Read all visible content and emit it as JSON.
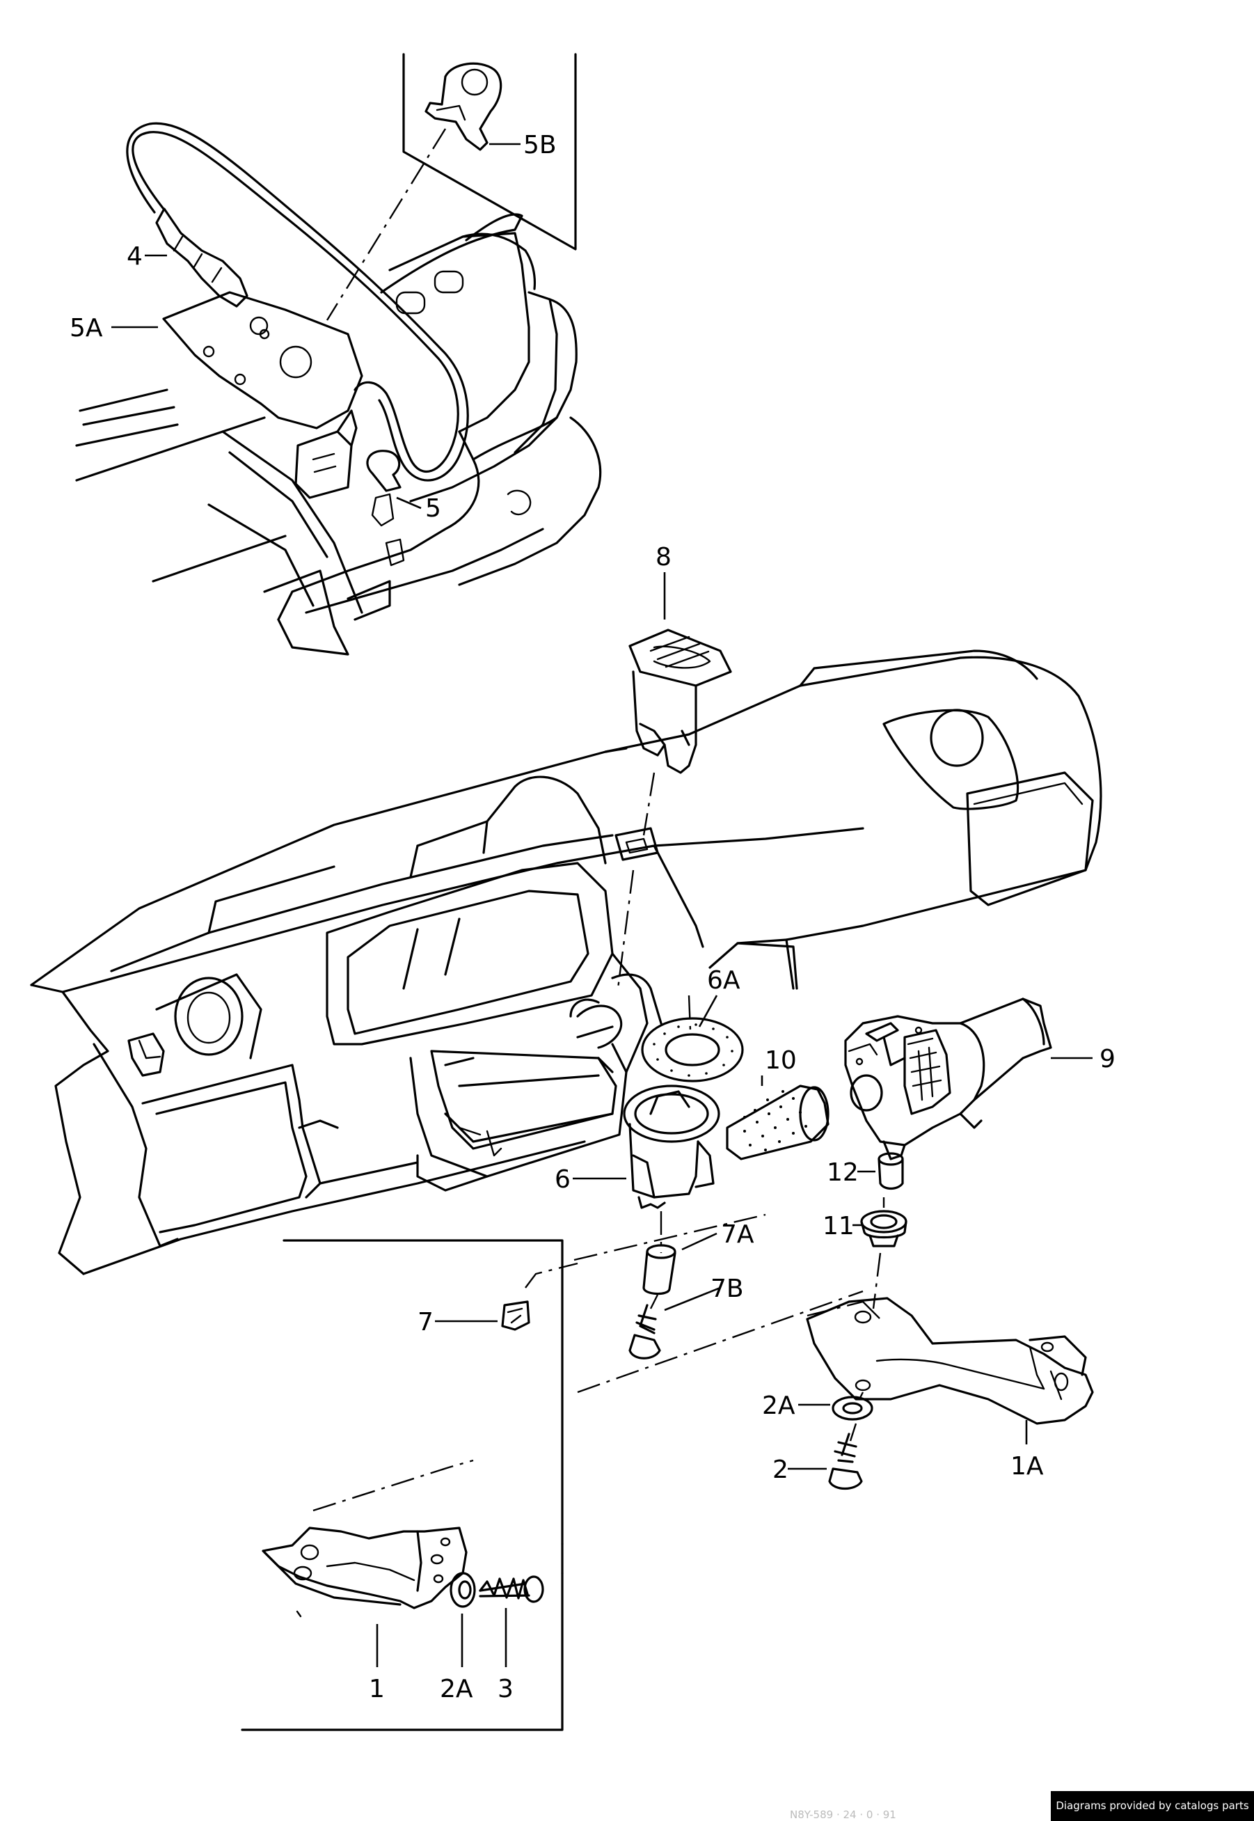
{
  "callouts": [
    {
      "id": "5B",
      "label": "5B"
    },
    {
      "id": "4",
      "label": "4"
    },
    {
      "id": "5A",
      "label": "5A"
    },
    {
      "id": "5",
      "label": "5"
    },
    {
      "id": "8",
      "label": "8"
    },
    {
      "id": "6A",
      "label": "6A"
    },
    {
      "id": "10",
      "label": "10"
    },
    {
      "id": "9",
      "label": "9"
    },
    {
      "id": "12",
      "label": "12"
    },
    {
      "id": "6",
      "label": "6"
    },
    {
      "id": "11",
      "label": "11"
    },
    {
      "id": "7A",
      "label": "7A"
    },
    {
      "id": "7",
      "label": "7"
    },
    {
      "id": "7B",
      "label": "7B"
    },
    {
      "id": "2A_right",
      "label": "2A"
    },
    {
      "id": "2_right",
      "label": "2"
    },
    {
      "id": "1A",
      "label": "1A"
    },
    {
      "id": "1",
      "label": "1"
    },
    {
      "id": "2A_bottom",
      "label": "2A"
    },
    {
      "id": "3",
      "label": "3"
    }
  ],
  "credit": "Diagrams provided by catalogs parts",
  "doc_code": "N8Y-589 · 24 · 0 · 91"
}
